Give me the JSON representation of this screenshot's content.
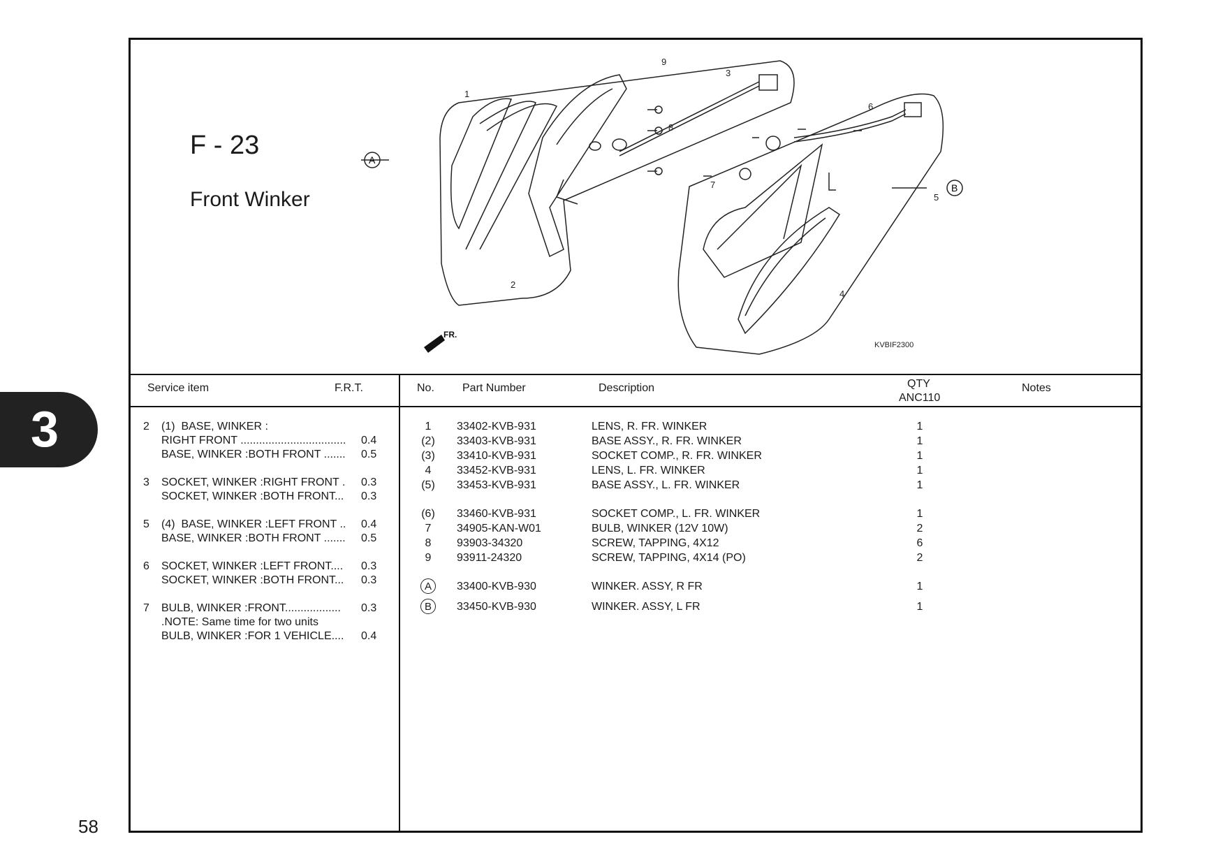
{
  "section_tab": "3",
  "page_number": "58",
  "diagram": {
    "code": "F - 23",
    "title": "Front Winker",
    "image_code": "KVBIF2300",
    "fr_label": "FR.",
    "callouts": [
      "1",
      "2",
      "3",
      "4",
      "5",
      "6",
      "7",
      "8",
      "9"
    ],
    "assy_a": "A",
    "assy_b": "B"
  },
  "service": {
    "header_item": "Service item",
    "header_frt": "F.R.T.",
    "rows": [
      {
        "no": "2",
        "text": "(1)  BASE, WINKER :",
        "frt": ""
      },
      {
        "no": "",
        "text": "RIGHT FRONT ..................................",
        "frt": "0.4"
      },
      {
        "no": "",
        "text": "BASE, WINKER :BOTH FRONT .......",
        "frt": "0.5"
      },
      {
        "no": "3",
        "text": "SOCKET, WINKER :RIGHT FRONT .",
        "frt": "0.3"
      },
      {
        "no": "",
        "text": "SOCKET, WINKER :BOTH FRONT...",
        "frt": "0.3"
      },
      {
        "no": "5",
        "text": "(4)  BASE, WINKER :LEFT FRONT ..",
        "frt": "0.4"
      },
      {
        "no": "",
        "text": "BASE, WINKER :BOTH FRONT .......",
        "frt": "0.5"
      },
      {
        "no": "6",
        "text": "SOCKET, WINKER :LEFT FRONT....",
        "frt": "0.3"
      },
      {
        "no": "",
        "text": "SOCKET, WINKER :BOTH FRONT...",
        "frt": "0.3"
      },
      {
        "no": "7",
        "text": "BULB, WINKER :FRONT..................",
        "frt": "0.3"
      },
      {
        "no": "",
        "text": ".NOTE: Same time for two units",
        "frt": ""
      },
      {
        "no": "",
        "text": "BULB, WINKER :FOR 1 VEHICLE....",
        "frt": "0.4"
      }
    ]
  },
  "parts": {
    "header_no": "No.",
    "header_part": "Part Number",
    "header_desc": "Description",
    "header_qty": "QTY",
    "header_model": "ANC110",
    "header_notes": "Notes",
    "rows": [
      {
        "no": "1",
        "part": "33402-KVB-931",
        "desc": "LENS, R. FR. WINKER",
        "qty": "1"
      },
      {
        "no": "(2)",
        "part": "33403-KVB-931",
        "desc": "BASE ASSY., R. FR. WINKER",
        "qty": "1"
      },
      {
        "no": "(3)",
        "part": "33410-KVB-931",
        "desc": "SOCKET COMP., R. FR. WINKER",
        "qty": "1"
      },
      {
        "no": "4",
        "part": "33452-KVB-931",
        "desc": "LENS, L. FR. WINKER",
        "qty": "1"
      },
      {
        "no": "(5)",
        "part": "33453-KVB-931",
        "desc": "BASE ASSY., L. FR. WINKER",
        "qty": "1"
      },
      {
        "no": "(6)",
        "part": "33460-KVB-931",
        "desc": "SOCKET COMP., L. FR. WINKER",
        "qty": "1"
      },
      {
        "no": "7",
        "part": "34905-KAN-W01",
        "desc": "BULB, WINKER (12V 10W)",
        "qty": "2"
      },
      {
        "no": "8",
        "part": "93903-34320",
        "desc": "SCREW, TAPPING, 4X12",
        "qty": "6"
      },
      {
        "no": "9",
        "part": "93911-24320",
        "desc": "SCREW, TAPPING, 4X14 (PO)",
        "qty": "2"
      },
      {
        "no": "A",
        "part": "33400-KVB-930",
        "desc": "WINKER. ASSY, R FR",
        "qty": "1"
      },
      {
        "no": "B",
        "part": "33450-KVB-930",
        "desc": "WINKER. ASSY, L FR",
        "qty": "1"
      }
    ]
  }
}
